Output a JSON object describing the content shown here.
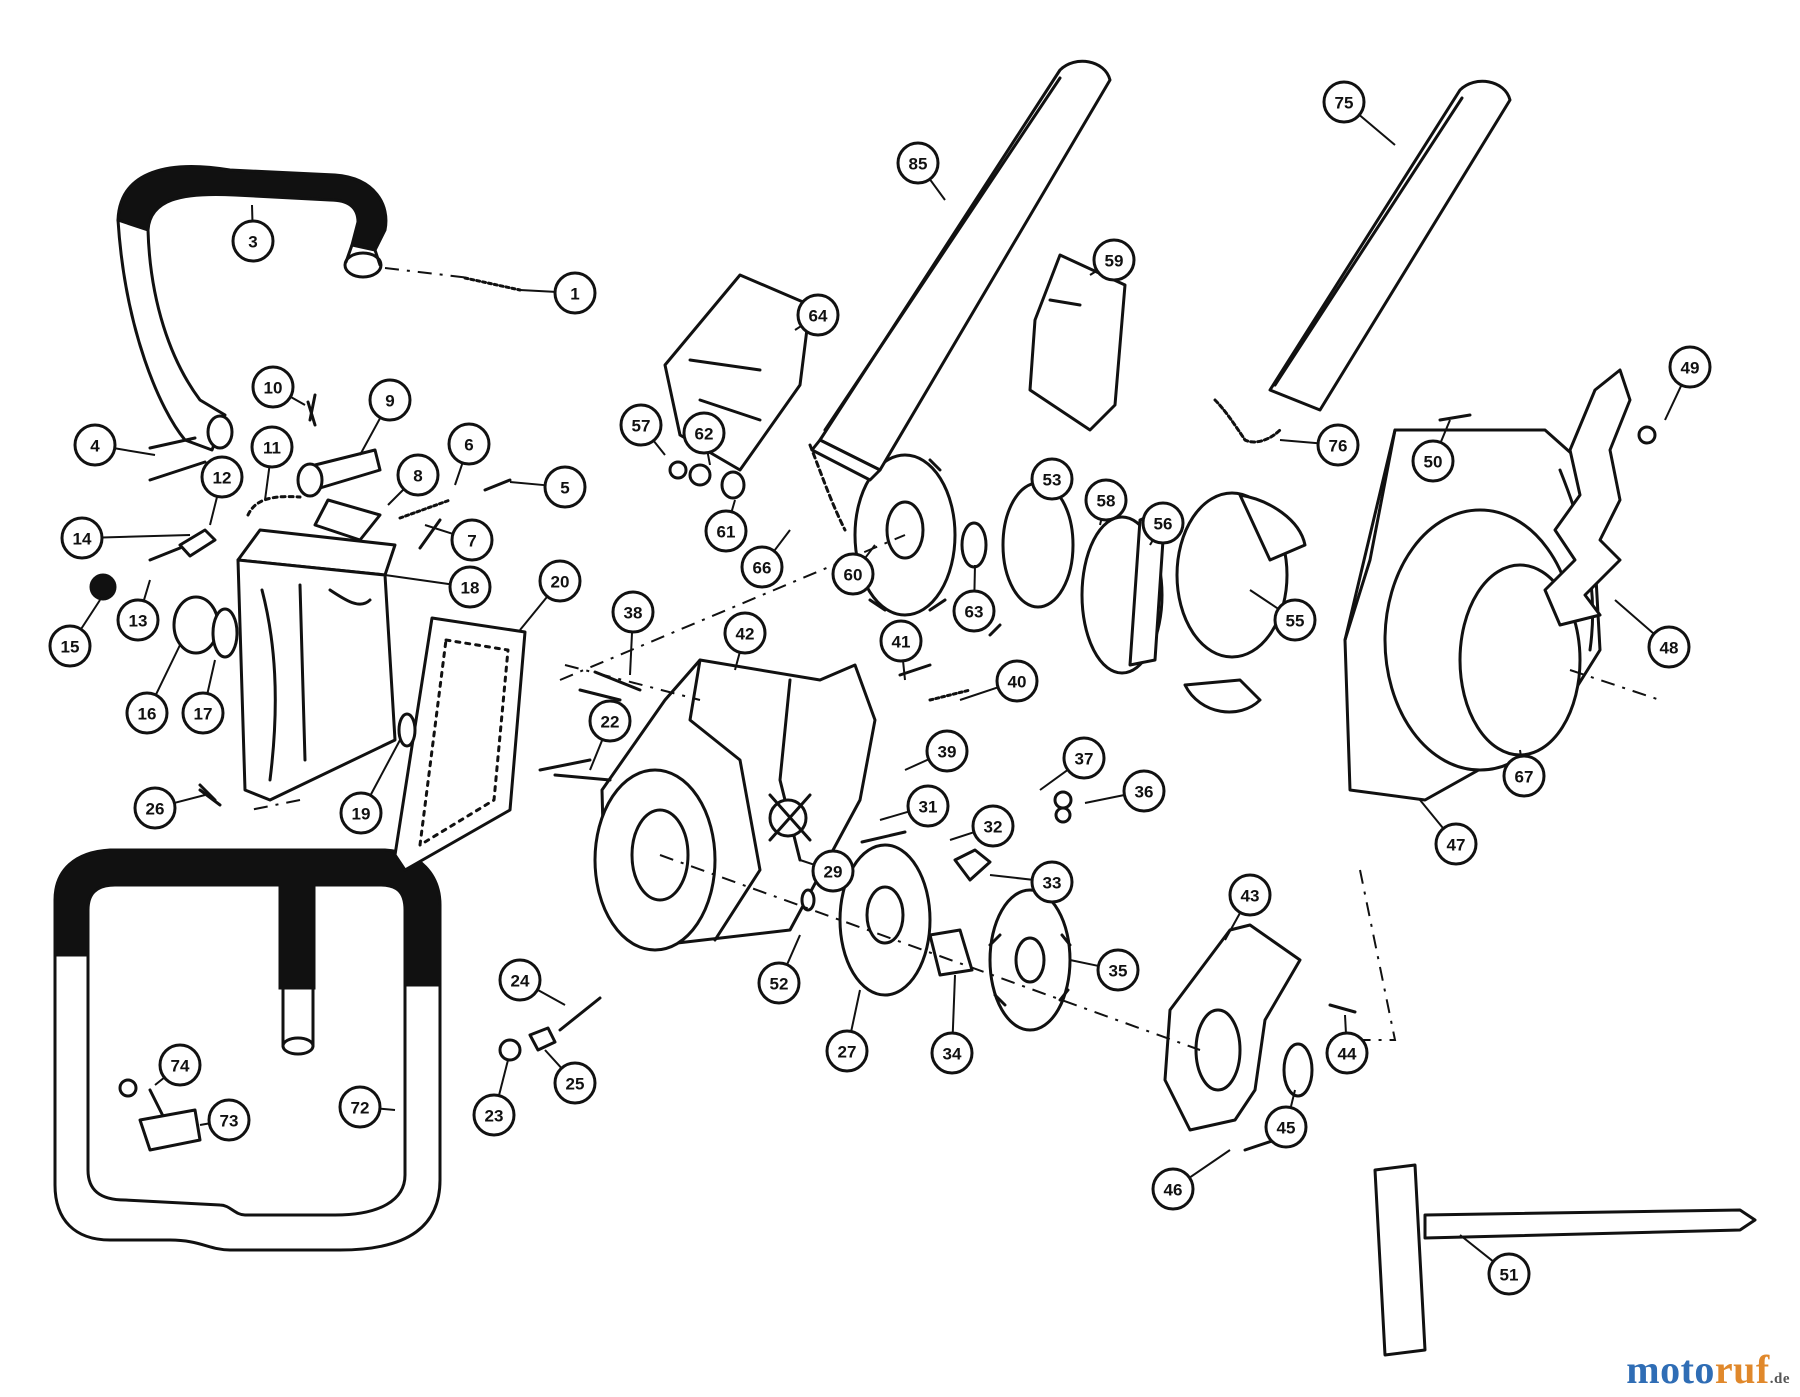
{
  "diagram": {
    "callouts": [
      {
        "label": "1"
      },
      {
        "label": "3"
      },
      {
        "label": "4"
      },
      {
        "label": "5"
      },
      {
        "label": "6"
      },
      {
        "label": "7"
      },
      {
        "label": "8"
      },
      {
        "label": "9"
      },
      {
        "label": "10"
      },
      {
        "label": "11"
      },
      {
        "label": "12"
      },
      {
        "label": "13"
      },
      {
        "label": "14"
      },
      {
        "label": "15"
      },
      {
        "label": "16"
      },
      {
        "label": "17"
      },
      {
        "label": "18"
      },
      {
        "label": "19"
      },
      {
        "label": "20"
      },
      {
        "label": "22"
      },
      {
        "label": "23"
      },
      {
        "label": "24"
      },
      {
        "label": "25"
      },
      {
        "label": "26"
      },
      {
        "label": "27"
      },
      {
        "label": "29"
      },
      {
        "label": "31"
      },
      {
        "label": "32"
      },
      {
        "label": "33"
      },
      {
        "label": "34"
      },
      {
        "label": "35"
      },
      {
        "label": "36"
      },
      {
        "label": "37"
      },
      {
        "label": "38"
      },
      {
        "label": "39"
      },
      {
        "label": "40"
      },
      {
        "label": "41"
      },
      {
        "label": "42"
      },
      {
        "label": "43"
      },
      {
        "label": "44"
      },
      {
        "label": "45"
      },
      {
        "label": "46"
      },
      {
        "label": "47"
      },
      {
        "label": "48"
      },
      {
        "label": "49"
      },
      {
        "label": "50"
      },
      {
        "label": "51"
      },
      {
        "label": "52"
      },
      {
        "label": "53"
      },
      {
        "label": "55"
      },
      {
        "label": "56"
      },
      {
        "label": "57"
      },
      {
        "label": "58"
      },
      {
        "label": "59"
      },
      {
        "label": "60"
      },
      {
        "label": "61"
      },
      {
        "label": "62"
      },
      {
        "label": "63"
      },
      {
        "label": "64"
      },
      {
        "label": "66"
      },
      {
        "label": "67"
      },
      {
        "label": "72"
      },
      {
        "label": "73"
      },
      {
        "label": "74"
      },
      {
        "label": "75"
      },
      {
        "label": "76"
      },
      {
        "label": "85"
      }
    ]
  },
  "watermark": {
    "part1": "moto",
    "part2": "ruf",
    "suffix": ".de",
    "colors": {
      "part1": "#2f6db5",
      "part2": "#e0882b"
    }
  }
}
